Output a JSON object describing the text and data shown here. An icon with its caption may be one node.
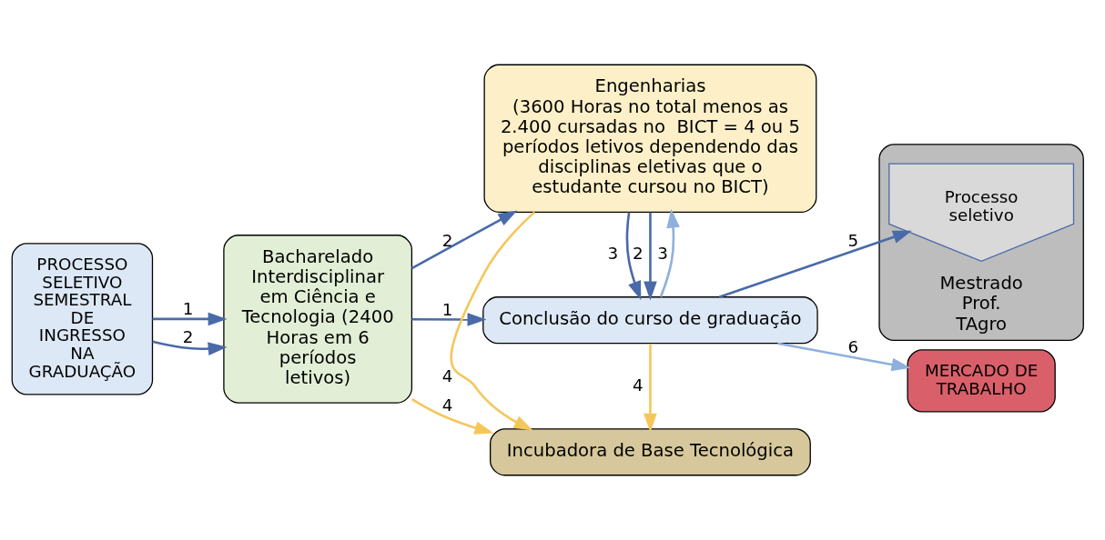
{
  "diagram": {
    "nodes": [
      {
        "text": [
          "PROCESSO SELETIVO SEMESTRAL DE INGRESSO NA GRADUAÇÃO"
        ]
      },
      {
        "text": [
          "Bacharelado Interdisciplinar em Ciência e Tecnologia (2400 Horas em 6 períodos letivos)"
        ]
      },
      {
        "text": [
          "Conclusão do curso de graduação"
        ]
      },
      {
        "text": [
          "Incubadora de Base Tecnológica"
        ]
      },
      {
        "text": [
          "Engenharias",
          "(3600 Horas no total menos as 2.400 cursadas no  BICT = 4 ou 5 períodos letivos dependendo das disciplinas eletivas que o estudante cursou no BICT)"
        ]
      },
      {
        "text": [
          "Mestrado Prof. TAgro"
        ]
      },
      {
        "text": [
          "Processo seletivo"
        ],
        "in": 5
      },
      {
        "text": [
          "MERCADO DE TRABALHO"
        ]
      }
    ],
    "edges": [
      {
        "from": 0,
        "to": 1,
        "arrow": "to",
        "label": "1"
      },
      {
        "from": 0,
        "to": 1,
        "arrow": "to",
        "label": "2"
      },
      {
        "from": 1,
        "to": 2,
        "arrow": "to",
        "label": "1"
      },
      {
        "from": 1,
        "to": 3,
        "arrow": "to",
        "label": "4",
        "color": "#f5c75a"
      },
      {
        "from": 1,
        "to": 4,
        "arrow": "to",
        "label": "2"
      },
      {
        "from": 4,
        "to": 2,
        "arrow": "to",
        "label": "2"
      },
      {
        "from": 2,
        "to": 4,
        "arrow": "to",
        "label": "3",
        "color": "#8fb0dd"
      },
      {
        "from": 4,
        "to": 2,
        "arrow": "to",
        "label": "3"
      },
      {
        "from": 2,
        "to": 3,
        "arrow": "to",
        "label": "4",
        "color": "#f5c75a"
      },
      {
        "from": 4,
        "to": 3,
        "arrow": "to",
        "label": "4",
        "color": "#f5c75a"
      },
      {
        "from": 2,
        "to": 6,
        "arrow": "to",
        "label": "5"
      },
      {
        "from": 2,
        "to": 7,
        "arrow": "to",
        "label": "6",
        "color": "#8fb0dd"
      }
    ]
  }
}
